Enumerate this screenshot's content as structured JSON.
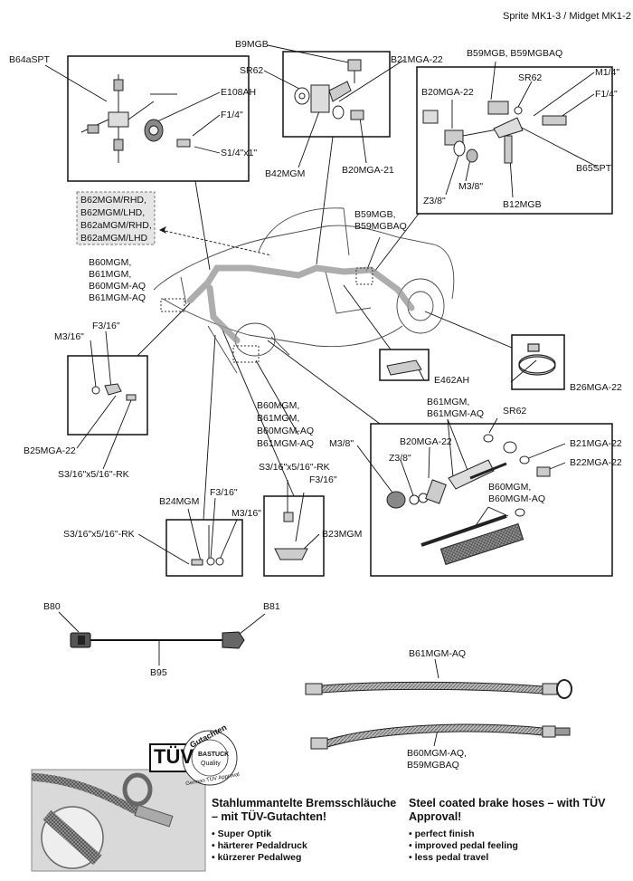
{
  "header": {
    "title": "Sprite MK1-3 / Midget MK1-2"
  },
  "labels": {
    "B64aSPT": "B64aSPT",
    "E108AH": "E108AH",
    "F14_top": "F1/4\"",
    "S14x1": "S1/4\"x1\"",
    "B9MGB": "B9MGB",
    "SR62_a": "SR62",
    "B21MGA22_a": "B21MGA-22",
    "B42MGM": "B42MGM",
    "B20MGA21": "B20MGA-21",
    "B59MGB_BAQ": "B59MGB, B59MGBAQ",
    "SR62_b": "SR62",
    "M14": "M1/4\"",
    "F14_right": "F1/4\"",
    "B20MGA22_a": "B20MGA-22",
    "B65SPT": "B65SPT",
    "Z38_a": "Z3/8\"",
    "M38_a": "M3/8\"",
    "B12MGB": "B12MGB",
    "B59MGB_mid_1": "B59MGB,",
    "B59MGB_mid_2": "B59MGBAQ",
    "grey_1": "B62MGM/RHD,",
    "grey_2": "B62MGM/LHD,",
    "grey_3": "B62aMGM/RHD,",
    "grey_4": "B62aMGM/LHD",
    "B60_left_1": "B60MGM,",
    "B60_left_2": "B61MGM,",
    "B60_left_3": "B60MGM-AQ",
    "B60_left_4": "B61MGM-AQ",
    "M316_a": "M3/16\"",
    "F316_a": "F3/16\"",
    "B25MGA22": "B25MGA-22",
    "S316_a": "S3/16\"x5/16\"-RK",
    "E462AH": "E462AH",
    "B26MGA22": "B26MGA-22",
    "B60_mid_1": "B60MGM,",
    "B60_mid_2": "B61MGM,",
    "B60_mid_3": "B60MGM-AQ",
    "B60_mid_4": "B61MGM-AQ",
    "B61_rb_1": "B61MGM,",
    "B61_rb_2": "B61MGM-AQ",
    "SR62_c": "SR62",
    "M38_b": "M3/8\"",
    "B20MGA22_b": "B20MGA-22",
    "B21MGA22_b": "B21MGA-22",
    "Z38_b": "Z3/8\"",
    "B22MGA22": "B22MGA-22",
    "B60_rb_1": "B60MGM,",
    "B60_rb_2": "B60MGM-AQ",
    "S316_b": "S3/16\"x5/16\"-RK",
    "F316_b": "F3/16\"",
    "B23MGM": "B23MGM",
    "B24MGM": "B24MGM",
    "F316_c": "F3/16\"",
    "M316_b": "M3/16\"",
    "S316_c": "S3/16\"x5/16\"-RK",
    "B80": "B80",
    "B81": "B81",
    "B95": "B95",
    "B61MGMAQ": "B61MGM-AQ",
    "B60_bot_1": "B60MGM-AQ,",
    "B60_bot_2": "B59MGBAQ"
  },
  "badge": {
    "tuv": "TÜV",
    "gutachten": "Gutachten",
    "bastuck": "BASTUCK",
    "quality": "Quality",
    "approval": "German TÜV Approval"
  },
  "info_de": {
    "heading_1": "Stahlummantelte Bremsschläuche",
    "heading_2": "– mit TÜV-Gutachten!",
    "bullets": [
      "Super Optik",
      "härterer Pedaldruck",
      "kürzerer Pedalweg"
    ]
  },
  "info_en": {
    "heading_1": "Steel coated brake hoses – with TÜV",
    "heading_2": "Approval!",
    "bullets": [
      "perfect finish",
      "improved pedal feeling",
      "less pedal travel"
    ]
  }
}
